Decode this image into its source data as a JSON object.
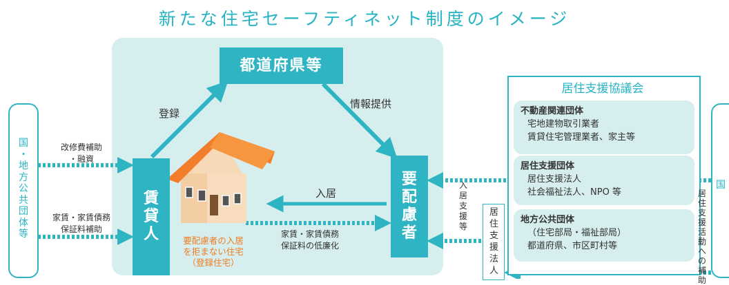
{
  "title": "新たな住宅セーフティネット制度のイメージ",
  "prefecture": "都道府県等",
  "lessor": [
    "賃",
    "貸",
    "人"
  ],
  "requirer": [
    "要",
    "配",
    "慮",
    "者"
  ],
  "arrows": {
    "register": "登録",
    "info": "情報提供",
    "move_in": "入居",
    "rent_reduction": [
      "家賃・家賃債務",
      "保証料の低廉化"
    ],
    "renovation_subsidy": [
      "改修費補助",
      "・融資"
    ],
    "rent_guarantee_subsidy": [
      "家賃・家賃債務",
      "保証料補助"
    ],
    "move_in_support": [
      "入",
      "居",
      "支",
      "援",
      "等"
    ],
    "support_subsidy": [
      "居",
      "住",
      "支",
      "援",
      "活",
      "動",
      "へ",
      "の",
      "補",
      "助"
    ]
  },
  "house_caption": [
    "要配慮者の入居",
    "を拒まない住宅",
    "（登録住宅）"
  ],
  "government_left": [
    "国",
    "・",
    "地",
    "方",
    "公",
    "共",
    "団",
    "体",
    "等"
  ],
  "government_right": "国",
  "support_corp": [
    "居",
    "住",
    "支",
    "援",
    "法",
    "人"
  ],
  "council": {
    "title": "居住支援協議会",
    "groups": [
      {
        "head": "不動産関連団体",
        "items": [
          "宅地建物取引業者",
          "賃貸住宅管理業者、家主等"
        ]
      },
      {
        "head": "居住支援団体",
        "items": [
          "居住支援法人",
          "社会福祉法人、NPO 等"
        ]
      },
      {
        "head": "地方公共団体",
        "items": [
          "（住宅部局・福祉部局）",
          "都道府県、市区町村等"
        ]
      }
    ]
  },
  "colors": {
    "teal": "#2fb4c3",
    "panel": "#d6eeed",
    "orange": "#ef7d22",
    "roof": "#f27e2b",
    "wall": "#f7d9b8"
  }
}
